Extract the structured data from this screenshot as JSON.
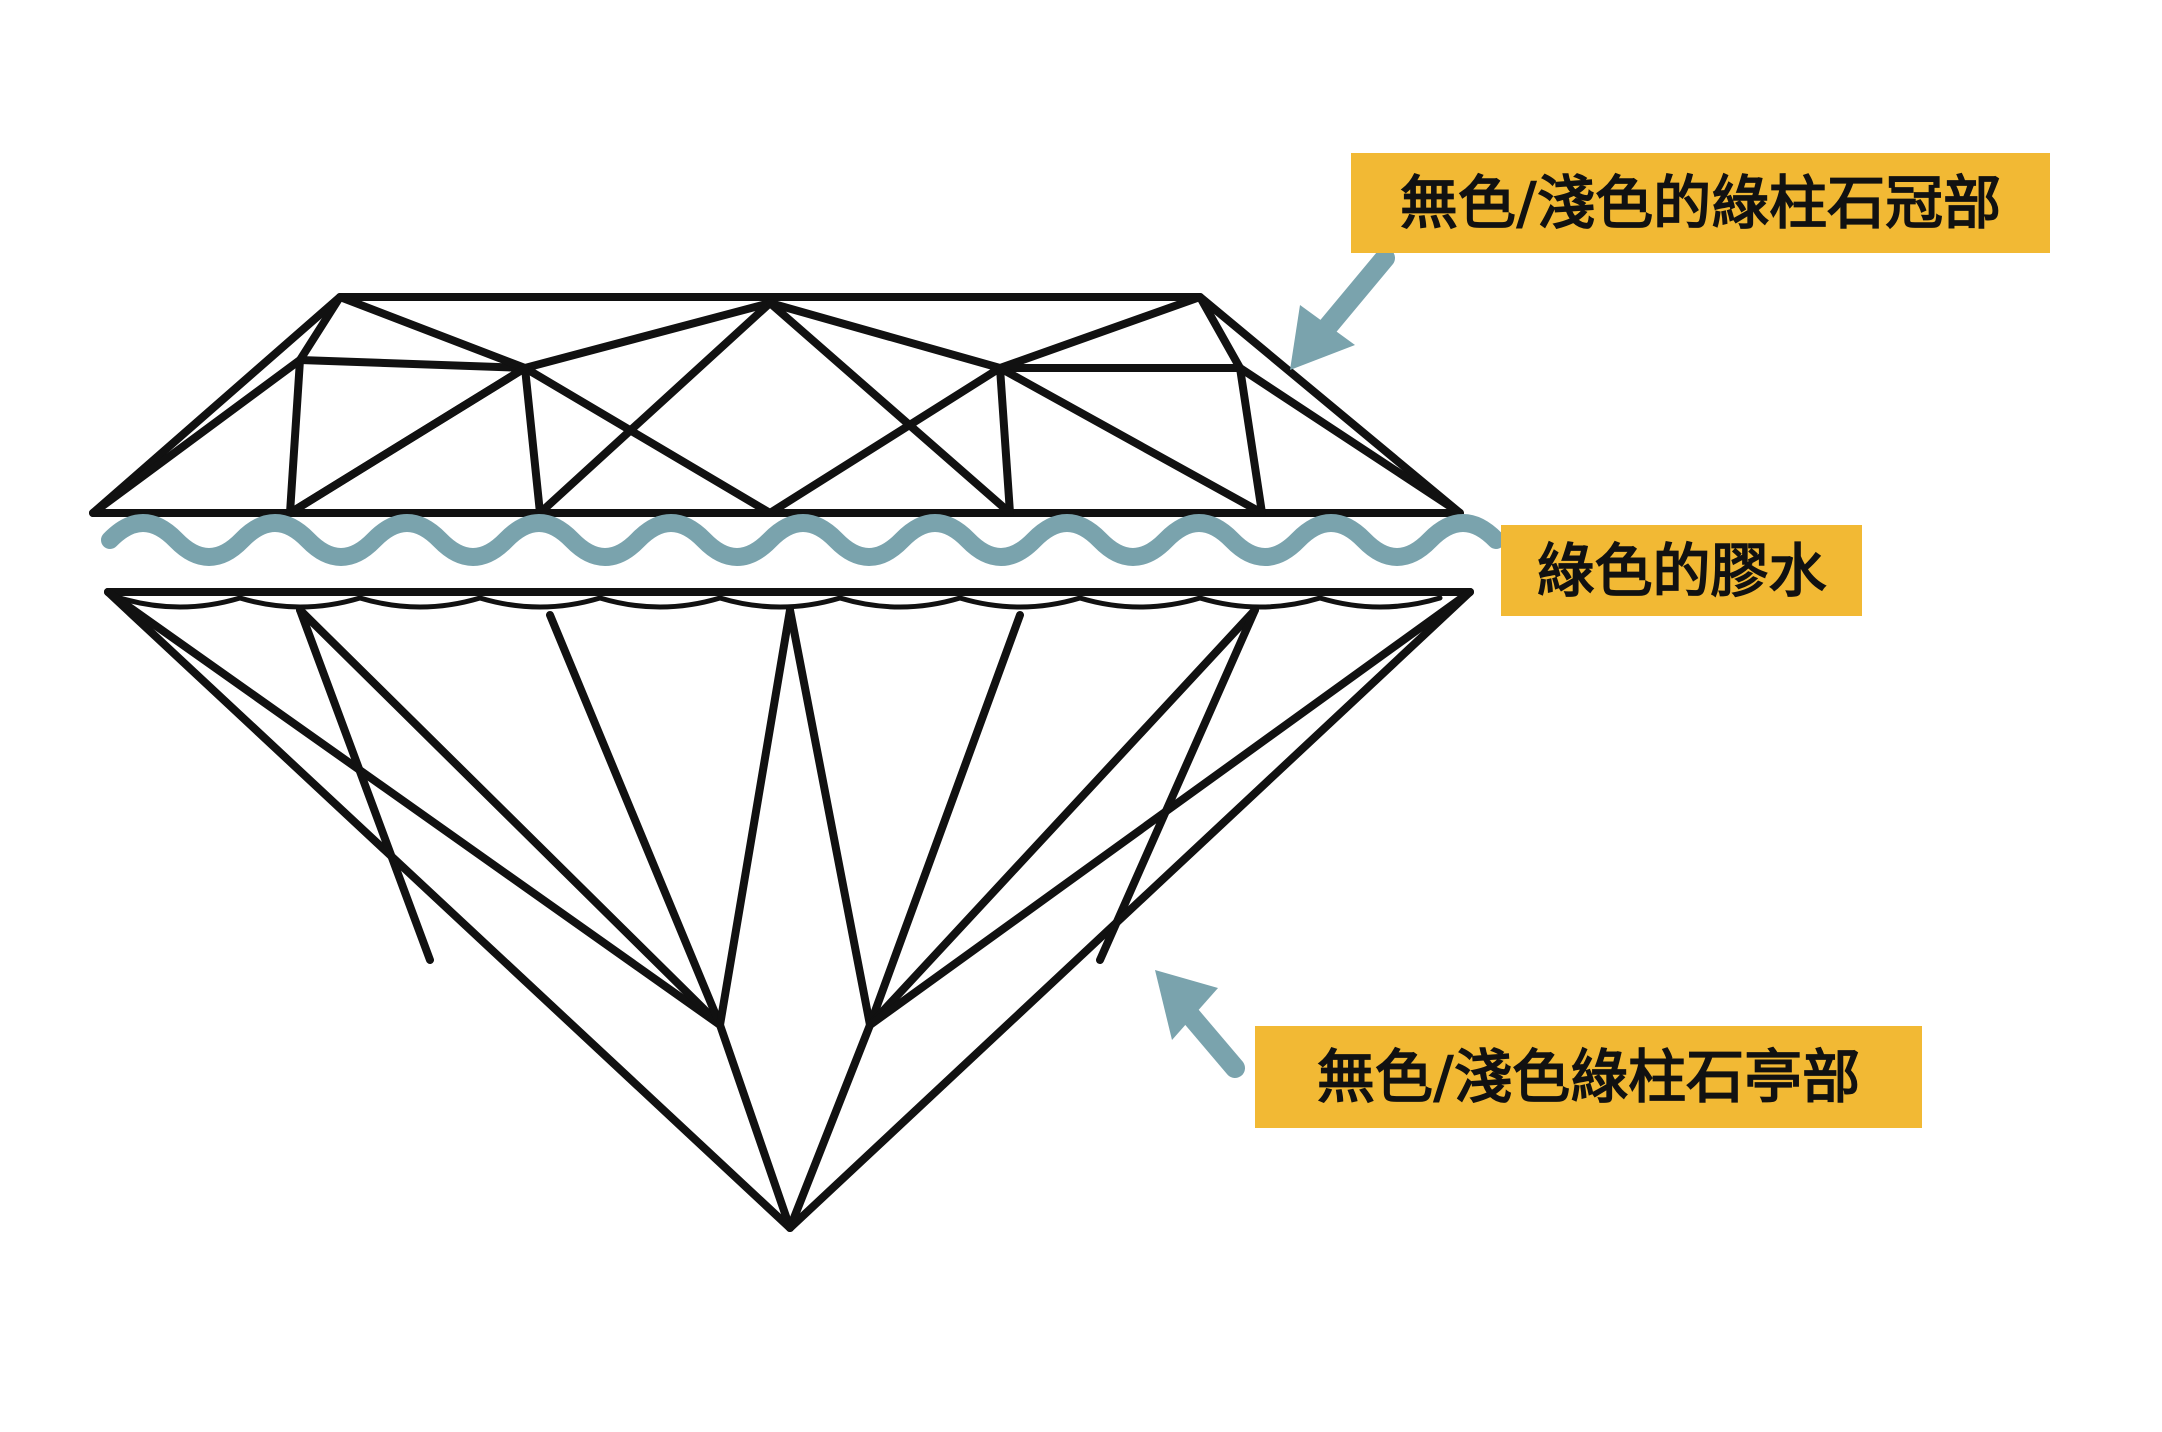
{
  "labels": {
    "crown": "無色/淺色的綠柱石冠部",
    "glue": "綠色的膠水",
    "pavilion": "無色/淺色綠柱石亭部"
  },
  "colors": {
    "label_background": "#f2b934",
    "label_text": "#111111",
    "outline": "#111111",
    "glue_wave": "#7aa3ad",
    "arrow": "#7aa3ad",
    "background": "#ffffff"
  },
  "icons": {
    "gem": "gem-outline-icon",
    "arrow": "callout-arrow-icon"
  }
}
